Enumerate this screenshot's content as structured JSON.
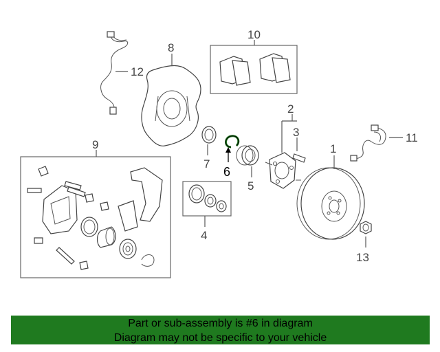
{
  "callouts": {
    "c1": "1",
    "c2": "2",
    "c3": "3",
    "c4": "4",
    "c5": "5",
    "c6": "6",
    "c7": "7",
    "c8": "8",
    "c9": "9",
    "c10": "10",
    "c11": "11",
    "c12": "12",
    "c13": "13"
  },
  "colors": {
    "banner": "#1f7a1f",
    "highlight_part": "#1f7a1f"
  },
  "banner": {
    "line1": "Part or sub-assembly is #6 in diagram",
    "line2": "Diagram may not be specific to your vehicle"
  }
}
